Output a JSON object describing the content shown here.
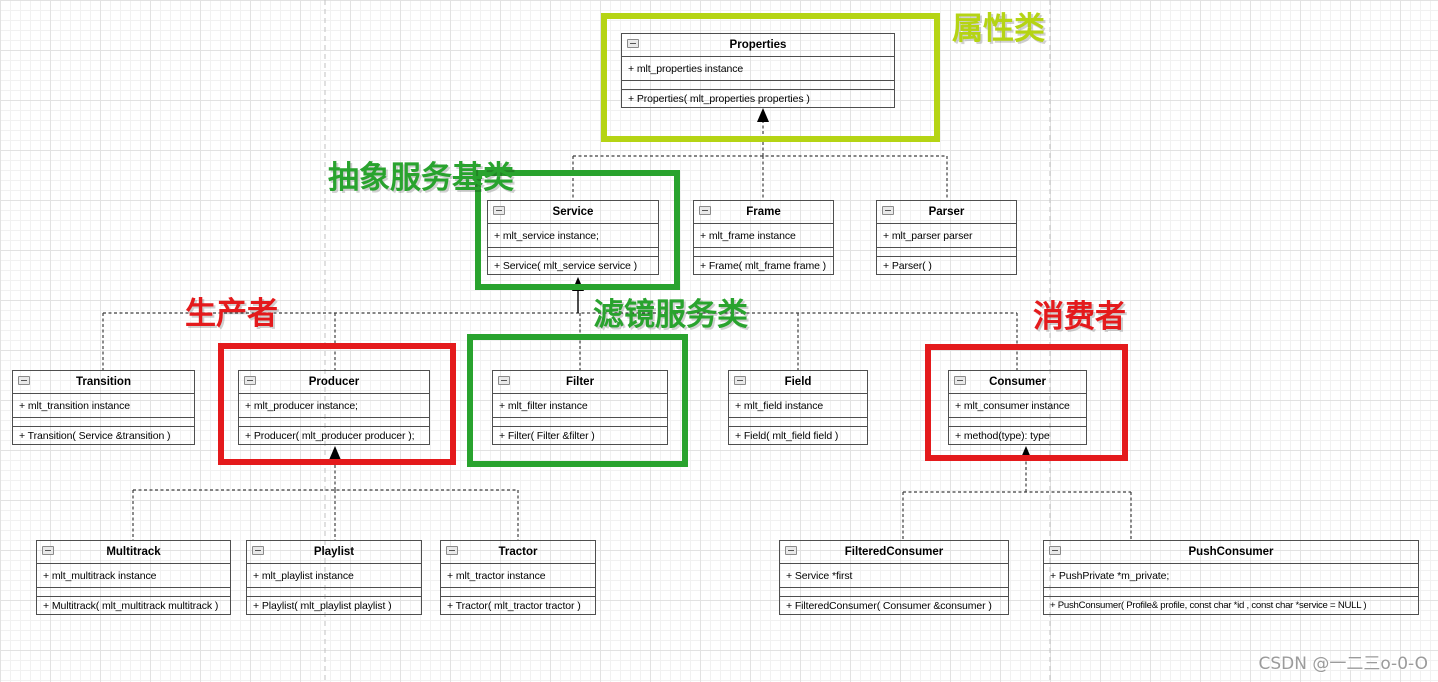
{
  "colors": {
    "accent_green": "#29a32e",
    "accent_red": "#e41a1c",
    "accent_yellow_green": "#b5d414",
    "box_border": "#4f4f4f"
  },
  "annotations": {
    "properties_label": "属性类",
    "abstract_service_label": "抽象服务基类",
    "producer_label": "生产者",
    "filter_label": "滤镜服务类",
    "consumer_label": "消费者"
  },
  "watermark": "CSDN @一二三o-0-O",
  "classes": {
    "properties": {
      "name": "Properties",
      "attr": "+ mlt_properties instance",
      "method": "+ Properties( mlt_properties properties )"
    },
    "service": {
      "name": "Service",
      "attr": "+ mlt_service instance;",
      "method": "+ Service( mlt_service service )"
    },
    "frame": {
      "name": "Frame",
      "attr": "+ mlt_frame instance",
      "method": "+ Frame( mlt_frame frame )"
    },
    "parser": {
      "name": "Parser",
      "attr": "+ mlt_parser parser",
      "method": "+ Parser( )"
    },
    "transition": {
      "name": "Transition",
      "attr": "+ mlt_transition instance",
      "method": "+ Transition( Service &transition )"
    },
    "producer": {
      "name": "Producer",
      "attr": "+ mlt_producer instance;",
      "method": "+ Producer( mlt_producer producer );"
    },
    "filter": {
      "name": "Filter",
      "attr": "+ mlt_filter instance",
      "method": "+ Filter( Filter &filter )"
    },
    "field": {
      "name": "Field",
      "attr": "+ mlt_field instance",
      "method": "+ Field( mlt_field field )"
    },
    "consumer": {
      "name": "Consumer",
      "attr": "+ mlt_consumer instance",
      "method": "+ method(type): type"
    },
    "multitrack": {
      "name": "Multitrack",
      "attr": "+ mlt_multitrack instance",
      "method": "+ Multitrack( mlt_multitrack multitrack )"
    },
    "playlist": {
      "name": "Playlist",
      "attr": "+ mlt_playlist instance",
      "method": "+ Playlist( mlt_playlist playlist )"
    },
    "tractor": {
      "name": "Tractor",
      "attr": "+ mlt_tractor instance",
      "method": "+ Tractor( mlt_tractor tractor )"
    },
    "filtered_consumer": {
      "name": "FilteredConsumer",
      "attr": "+ Service *first",
      "method": "+ FilteredConsumer( Consumer &consumer )"
    },
    "push_consumer": {
      "name": "PushConsumer",
      "attr": "+ PushPrivate *m_private;",
      "method": "+ PushConsumer( Profile& profile, const char *id , const char *service = NULL )"
    }
  }
}
